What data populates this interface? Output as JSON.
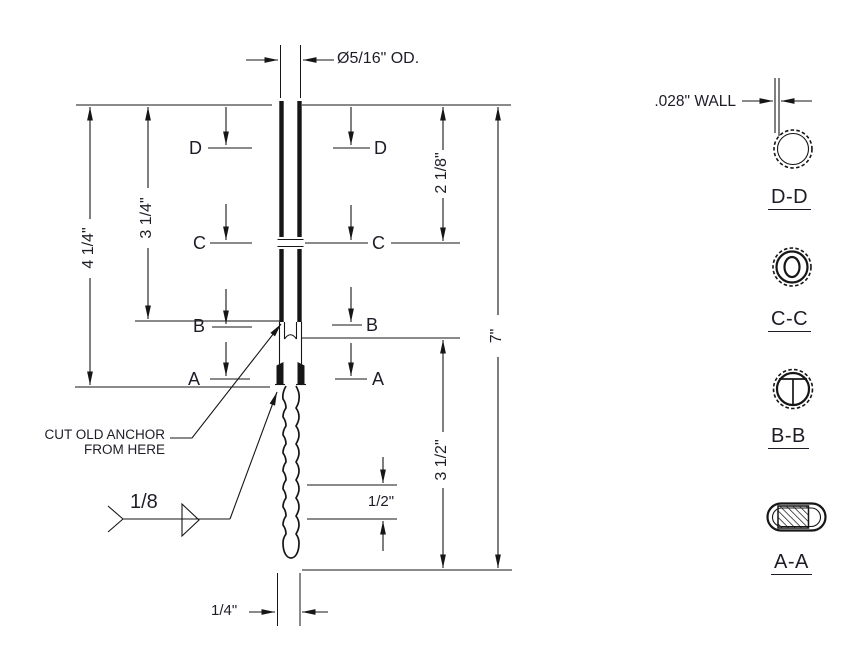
{
  "colors": {
    "line": "#161616",
    "text": "#1d1d27",
    "bg": "#ffffff"
  },
  "main_view": {
    "od_label": "Ø5/16\" OD.",
    "cut_note_line1": "CUT OLD ANCHOR",
    "cut_note_line2": "FROM HERE",
    "weld_size": "1/8",
    "dims": {
      "left_overall": "4 1/4\"",
      "left_to_b": "3 1/4\"",
      "right_to_c": "2 1/8\"",
      "right_overall": "7\"",
      "lower_right": "3 1/2\"",
      "rib_pitch": "1/2\"",
      "tip_od": "1/4\""
    },
    "markers_left": [
      "D",
      "C",
      "B",
      "A"
    ],
    "markers_right": [
      "D",
      "C",
      "B",
      "A"
    ]
  },
  "sections": {
    "wall_label": ".028\" WALL",
    "labels": [
      "D-D",
      "C-C",
      "B-B",
      "A-A"
    ]
  }
}
